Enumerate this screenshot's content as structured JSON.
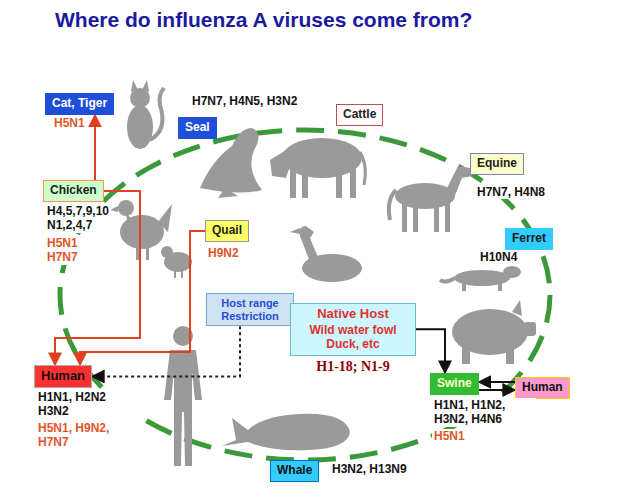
{
  "diagram": {
    "title": "Where do influenza A viruses come from?",
    "nodes": [
      {
        "text": [
          "Cat, Tiger"
        ]
      },
      {
        "text": [
          "Seal"
        ]
      },
      {
        "text": [
          "Cattle"
        ]
      },
      {
        "text": [
          "Equine"
        ]
      },
      {
        "text": [
          "Chicken"
        ]
      },
      {
        "text": [
          "Quail"
        ]
      },
      {
        "text": [
          "Ferret"
        ]
      },
      {
        "text": [
          "Host range Restriction"
        ]
      },
      {
        "text": [
          "Native Host",
          "Wild water fowl Duck, etc",
          "H1-18; N1-9"
        ]
      },
      {
        "text": [
          "Human"
        ]
      },
      {
        "text": [
          "Swine"
        ]
      },
      {
        "text": [
          "Human"
        ]
      },
      {
        "text": [
          "Whale"
        ]
      }
    ],
    "edges": [
      {
        "from": 4,
        "to": 0,
        "arrow": "to"
      },
      {
        "from": 4,
        "to": 9,
        "arrow": "to"
      },
      {
        "from": 5,
        "to": 9,
        "arrow": "to"
      },
      {
        "from": 7,
        "to": 9,
        "arrow": "to"
      },
      {
        "from": 8,
        "to": 10,
        "arrow": "to"
      },
      {
        "from": 11,
        "to": 10,
        "arrow": "to"
      },
      {
        "from": 10,
        "to": 11,
        "arrow": "to"
      }
    ],
    "labels": [
      "H5N1",
      "H7N7, H4N5, H3N2",
      "H7N7, H4N8",
      "H4,5,7,9,10 N1,2,4,7",
      "H5N1 H7N7",
      "H9N2",
      "H10N4",
      "H1N1, H2N2 H3N2",
      "H5N1, H9N2, H7N7",
      "H1N1, H1N2, H3N2, H4N6",
      "H5N1",
      "H3N2, H13N9"
    ]
  }
}
